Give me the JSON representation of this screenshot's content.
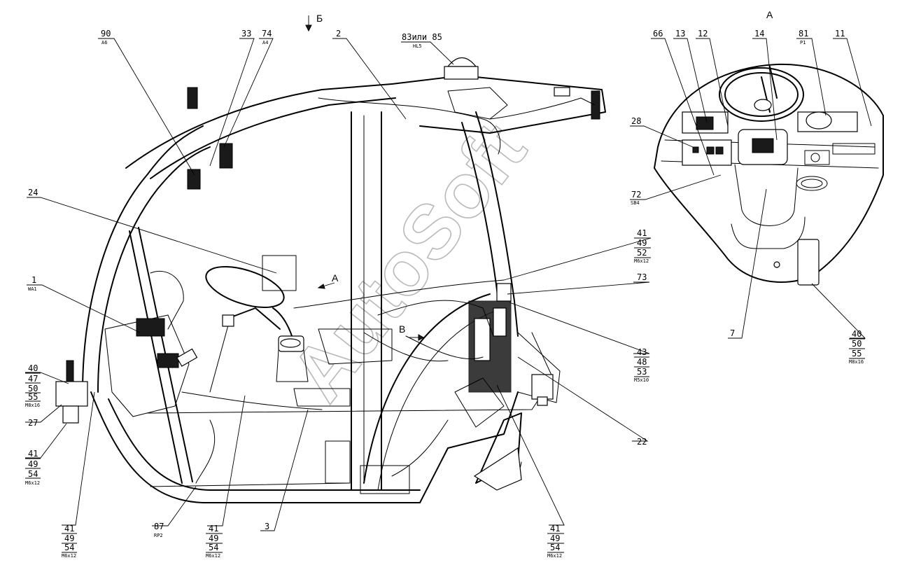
{
  "views": {
    "view_b": "Б",
    "view_a": "А",
    "view_v": "В",
    "view_a_arrow": "А"
  },
  "watermark": "AutoSoft",
  "labels": {
    "l90": "90",
    "l90s": "A6",
    "l33": "33",
    "l74": "74",
    "l74s": "A4",
    "l2": "2",
    "l83": "83или 85",
    "l83s": "HL5",
    "l24": "24",
    "l1": "1",
    "l1s": "WA1",
    "l40a": "40",
    "l47": "47",
    "l50a": "50",
    "l55a": "55",
    "l40as": "M8x16",
    "l27": "27",
    "l41a": "41",
    "l49a": "49",
    "l54a": "54",
    "l41as": "M6x12",
    "l41b": "41",
    "l49b": "49",
    "l54b": "54",
    "l41bs": "M6x12",
    "l87": "87",
    "l87s": "RP2",
    "l41c": "41",
    "l49c": "49",
    "l54c": "54",
    "l41cs": "M6x12",
    "l3": "3",
    "l41d": "41",
    "l49d": "49",
    "l54d": "54",
    "l41ds": "M6x12",
    "l41e": "41",
    "l49e": "49",
    "l52": "52",
    "l41es": "M6x12",
    "l73": "73",
    "l43": "43",
    "l48": "48",
    "l53": "53",
    "l43s": "M5x10",
    "l22": "22",
    "l66": "66",
    "l13": "13",
    "l12": "12",
    "l14": "14",
    "l81": "81",
    "l81s": "P1",
    "l11": "11",
    "l28": "28",
    "l72": "72",
    "l72s": "SB4",
    "l7": "7",
    "l40b": "40",
    "l50b": "50",
    "l55b": "55",
    "l40bs": "M8x16"
  }
}
